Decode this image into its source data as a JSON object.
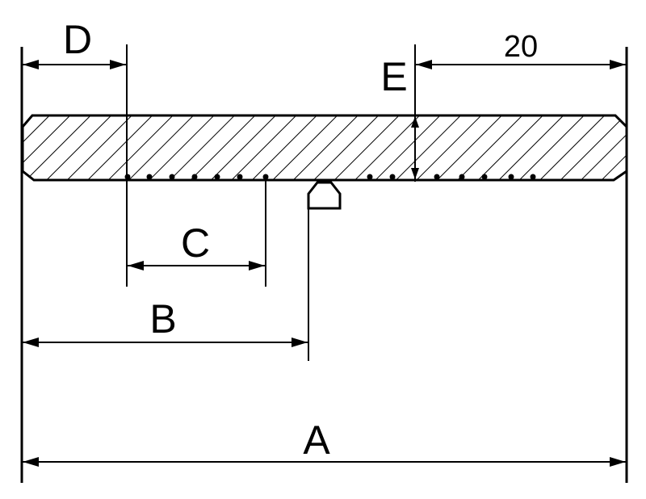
{
  "labels": {
    "a": "A",
    "b": "B",
    "c": "C",
    "d": "D",
    "e": "E",
    "dim_20": "20"
  },
  "colors": {
    "line": "#000000",
    "background": "#ffffff"
  }
}
